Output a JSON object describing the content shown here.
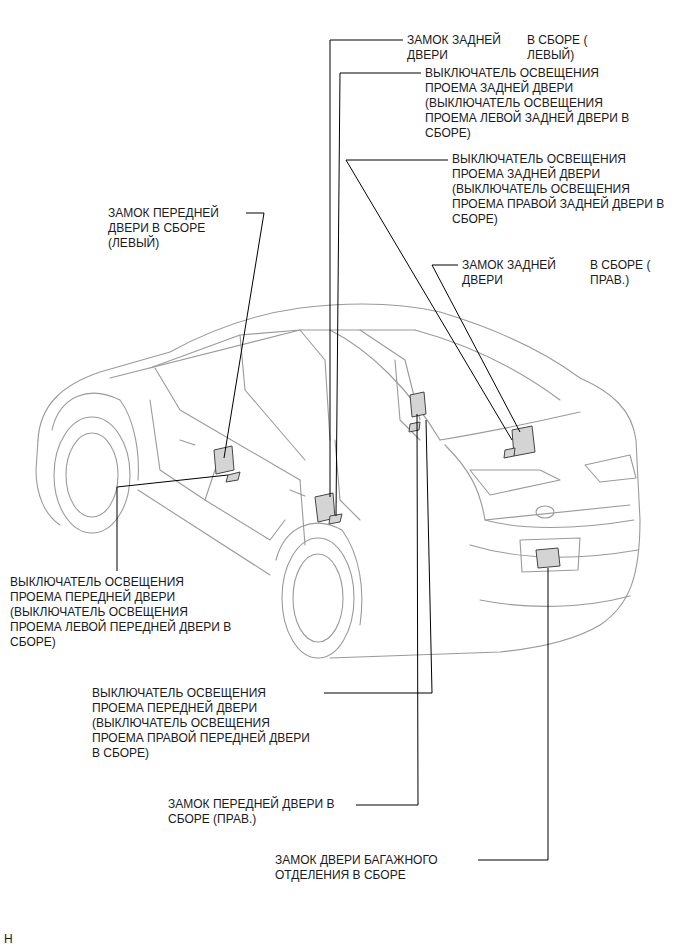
{
  "diagram": {
    "labels": [
      "ЗАМОК ЗАДНЕЙ ДВЕРИ",
      "В СБОРЕ ( ЛЕВЫЙ)",
      "ВЫКЛЮЧАТЕЛЬ ОСВЕЩЕНИЯ ПРОЕМА ЗАДНЕЙ ДВЕРИ (ВЫКЛЮЧАТЕЛЬ ОСВЕЩЕНИЯ ПРОЕМА ЛЕВОЙ ЗАДНЕЙ ДВЕРИ В СБОРЕ)",
      "ВЫКЛЮЧАТЕЛЬ ОСВЕЩЕНИЯ ПРОЕМА ЗАДНЕЙ ДВЕРИ (ВЫКЛЮЧАТЕЛЬ ОСВЕЩЕНИЯ ПРОЕМА ПРАВОЙ ЗАДНЕЙ ДВЕРИ В СБОРЕ)",
      "ЗАМОК ЗАДНЕЙ ДВЕРИ",
      "В СБОРЕ ( ПРАВ.)",
      "ЗАМОК ПЕРЕДНЕЙ ДВЕРИ В СБОРЕ (ЛЕВЫЙ)",
      "ВЫКЛЮЧАТЕЛЬ ОСВЕЩЕНИЯ ПРОЕМА ПЕРЕДНЕЙ ДВЕРИ (ВЫКЛЮЧАТЕЛЬ ОСВЕЩЕНИЯ ПРОЕМА ЛЕВОЙ ПЕРЕДНЕЙ ДВЕРИ В СБОРЕ)",
      "ВЫКЛЮЧАТЕЛЬ ОСВЕЩЕНИЯ ПРОЕМА ПЕРЕДНЕЙ ДВЕРИ (ВЫКЛЮЧАТЕЛЬ ОСВЕЩЕНИЯ ПРОЕМА ПРАВОЙ ПЕРЕДНЕЙ ДВЕРИ В СБОРЕ)",
      "ЗАМОК ПЕРЕДНЕЙ ДВЕРИ В СБОРЕ (ПРАВ.)",
      "ЗАМОК ДВЕРИ БАГАЖНОГО ОТДЕЛЕНИЯ В СБОРЕ",
      "H"
    ]
  }
}
